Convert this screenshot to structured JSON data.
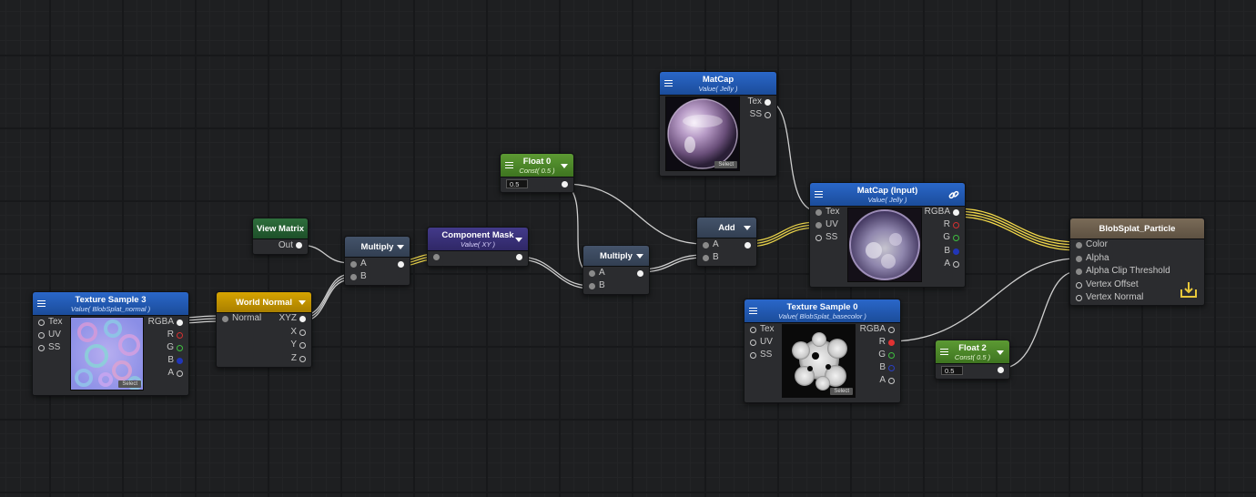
{
  "colors": {
    "wire": "#cfcfcf",
    "wire_color": "#f3d94a",
    "canvas": "#1e1f21"
  },
  "icons": [
    "menu-icon",
    "dropdown-arrow-icon",
    "link-icon",
    "save-to-master-icon",
    "select-button"
  ],
  "nodes": {
    "texture_sample_3": {
      "title": "Texture Sample 3",
      "subtitle": "Value( BlobSplat_normal )",
      "in": [
        "Tex",
        "UV",
        "SS"
      ],
      "out": [
        "RGBA",
        "R",
        "G",
        "B",
        "A"
      ],
      "select": "Select"
    },
    "world_normal": {
      "title": "World Normal",
      "in": [
        "Normal"
      ],
      "out": [
        "XYZ",
        "X",
        "Y",
        "Z"
      ]
    },
    "view_matrix": {
      "title": "View Matrix",
      "out": [
        "Out"
      ]
    },
    "multiply_1": {
      "title": "Multiply",
      "in": [
        "A",
        "B"
      ]
    },
    "component_mask": {
      "title": "Component Mask",
      "subtitle": "Value( XY )"
    },
    "float_0": {
      "title": "Float 0",
      "subtitle": "Const( 0.5 )",
      "value": "0.5"
    },
    "multiply_2": {
      "title": "Multiply",
      "in": [
        "A",
        "B"
      ]
    },
    "add": {
      "title": "Add",
      "in": [
        "A",
        "B"
      ]
    },
    "matcap": {
      "title": "MatCap",
      "subtitle": "Value( Jelly )",
      "out": [
        "Tex",
        "SS"
      ],
      "select": "Select"
    },
    "matcap_input": {
      "title": "MatCap (Input)",
      "subtitle": "Value( Jelly )",
      "in": [
        "Tex",
        "UV",
        "SS"
      ],
      "out": [
        "RGBA",
        "R",
        "G",
        "B",
        "A"
      ]
    },
    "texture_sample_0": {
      "title": "Texture Sample 0",
      "subtitle": "Value( BlobSplat_basecolor )",
      "in": [
        "Tex",
        "UV",
        "SS"
      ],
      "out": [
        "RGBA",
        "R",
        "G",
        "B",
        "A"
      ],
      "select": "Select"
    },
    "float_2": {
      "title": "Float 2",
      "subtitle": "Const( 0.5 )",
      "value": "0.5"
    },
    "master": {
      "title": "BlobSplat_Particle",
      "in": [
        "Color",
        "Alpha",
        "Alpha Clip Threshold",
        "Vertex Offset",
        "Vertex Normal"
      ]
    }
  }
}
